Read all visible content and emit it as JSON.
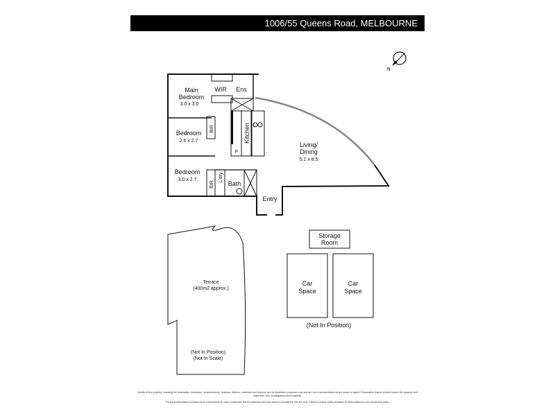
{
  "header": {
    "address": "1006/55 Queens Road, MELBOURNE"
  },
  "compass": {
    "label": "N"
  },
  "rooms": {
    "main_bedroom": {
      "name1": "Main",
      "name2": "Bedroom",
      "size": "3.0 x 3.0"
    },
    "wir": "WIR",
    "ens": "Ens",
    "bedroom2": {
      "name": "Bedroom",
      "size": "2.6 x 2.7"
    },
    "bedroom3": {
      "name": "Bedroom",
      "size": "3.0 x 2.7"
    },
    "bir1": "BIR",
    "bir2": "BIR",
    "ldry": "L'dry",
    "bath": "Bath",
    "kitchen": "Kitchen",
    "fridge": "F",
    "living": {
      "name1": "Living/",
      "name2": "Dining",
      "size": "5.1 x 8.5"
    },
    "entry": "Entry"
  },
  "terrace": {
    "name": "Terrace",
    "size": "(400m2 approx.)",
    "note1": "(Not In Position)",
    "note2": "(Not In Scale)"
  },
  "storage": {
    "line1": "Storage",
    "line2": "Room"
  },
  "car_spaces": [
    {
      "line1": "Car",
      "line2": "Space"
    },
    {
      "line1": "Car",
      "line2": "Space"
    }
  ],
  "parking_note": "(Not In Position)",
  "disclaimer": {
    "line1": "Details of the property, including the description, floorplans, measurements, features, finishes, materials and textures, are for illustration purposes only and are not a representation by the owner or agent. Prospective buyers should inspect the property and make their own investigations and enquiries.",
    "line2": "Personal information provided by an individual at an 'open inspection' will be protected and only used in accordance with the Kay & Burton privacy policy available at www.kayburton.com.au/privacy-policy"
  }
}
